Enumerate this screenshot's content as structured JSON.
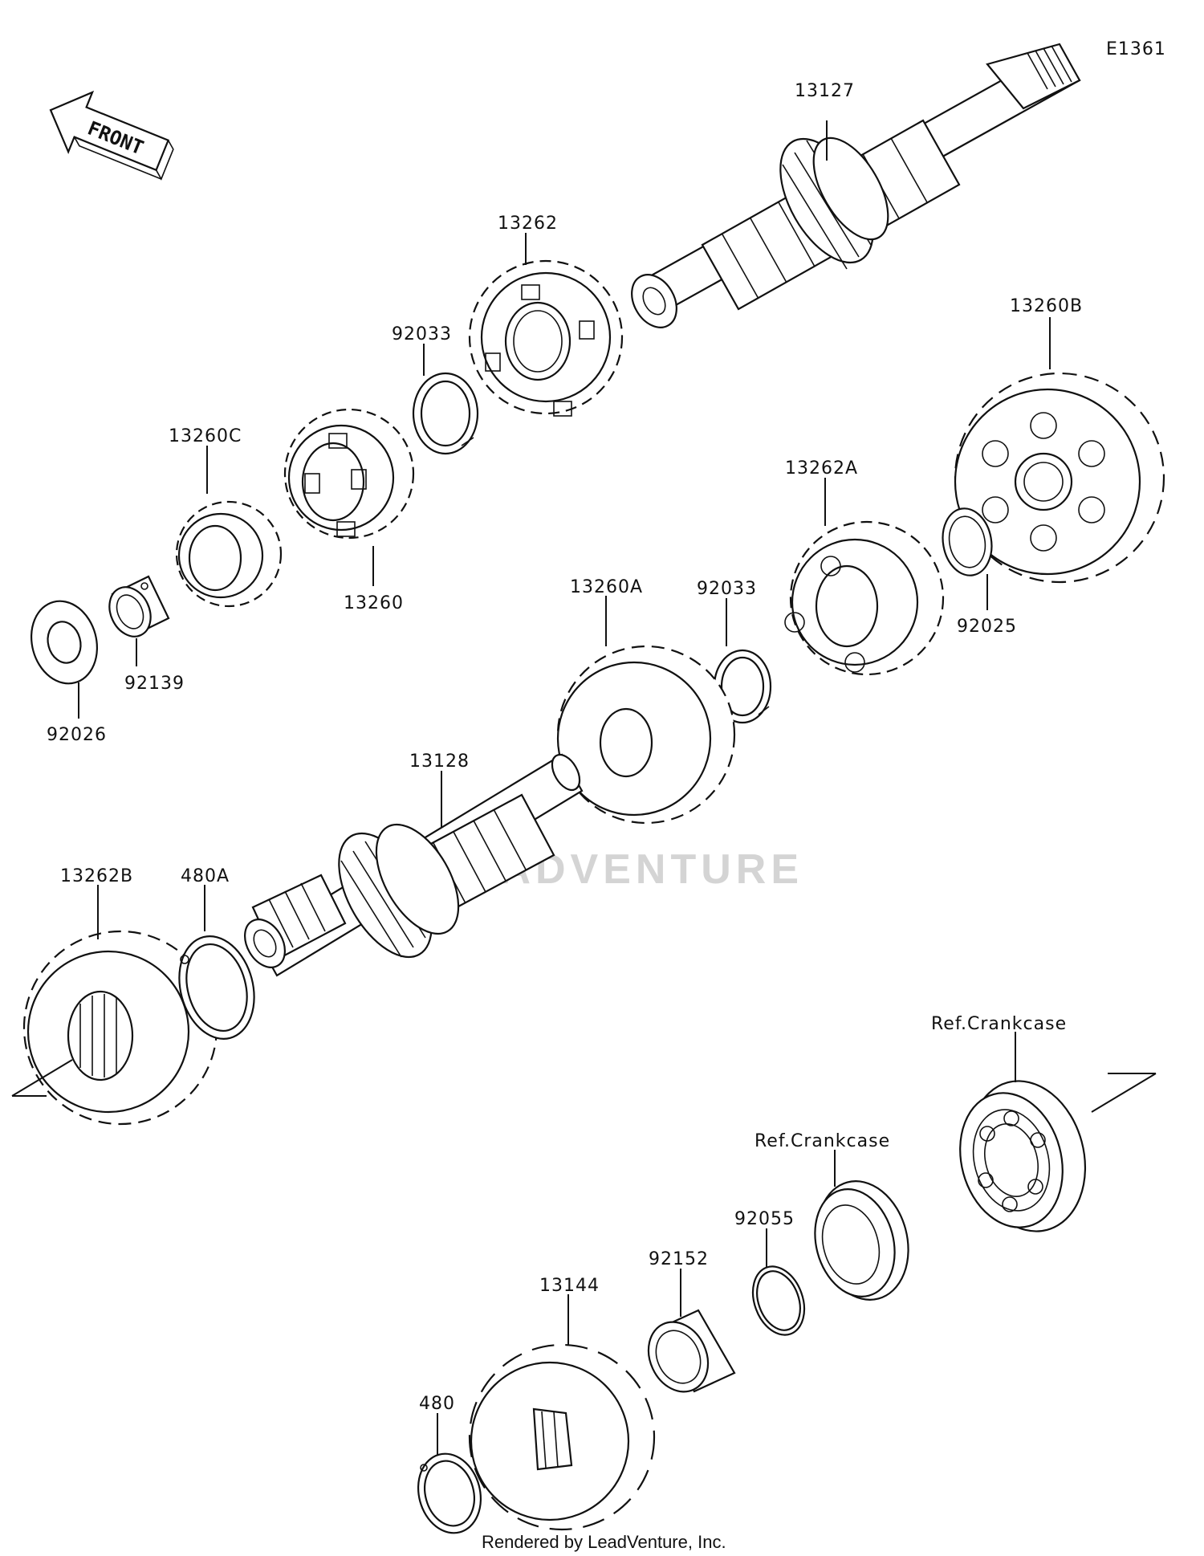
{
  "diagram": {
    "code": "E1361",
    "front_label": "FRONT",
    "watermark": "LEADVENTURE",
    "credit": "Rendered by LeadVenture, Inc."
  },
  "labels": {
    "p13127": "13127",
    "p13262": "13262",
    "p92033_top": "92033",
    "p13260C": "13260C",
    "p13260": "13260",
    "p92139": "92139",
    "p92026": "92026",
    "p13260B": "13260B",
    "p13262A": "13262A",
    "p92025": "92025",
    "p13260A": "13260A",
    "p92033_mid": "92033",
    "p13128": "13128",
    "p13262B": "13262B",
    "p480A": "480A",
    "ref_crankcase_1": "Ref.Crankcase",
    "ref_crankcase_2": "Ref.Crankcase",
    "p92055": "92055",
    "p92152": "92152",
    "p13144": "13144",
    "p480": "480"
  },
  "colors": {
    "line": "#111111",
    "watermark": "#d4d4d4",
    "background": "#ffffff"
  }
}
